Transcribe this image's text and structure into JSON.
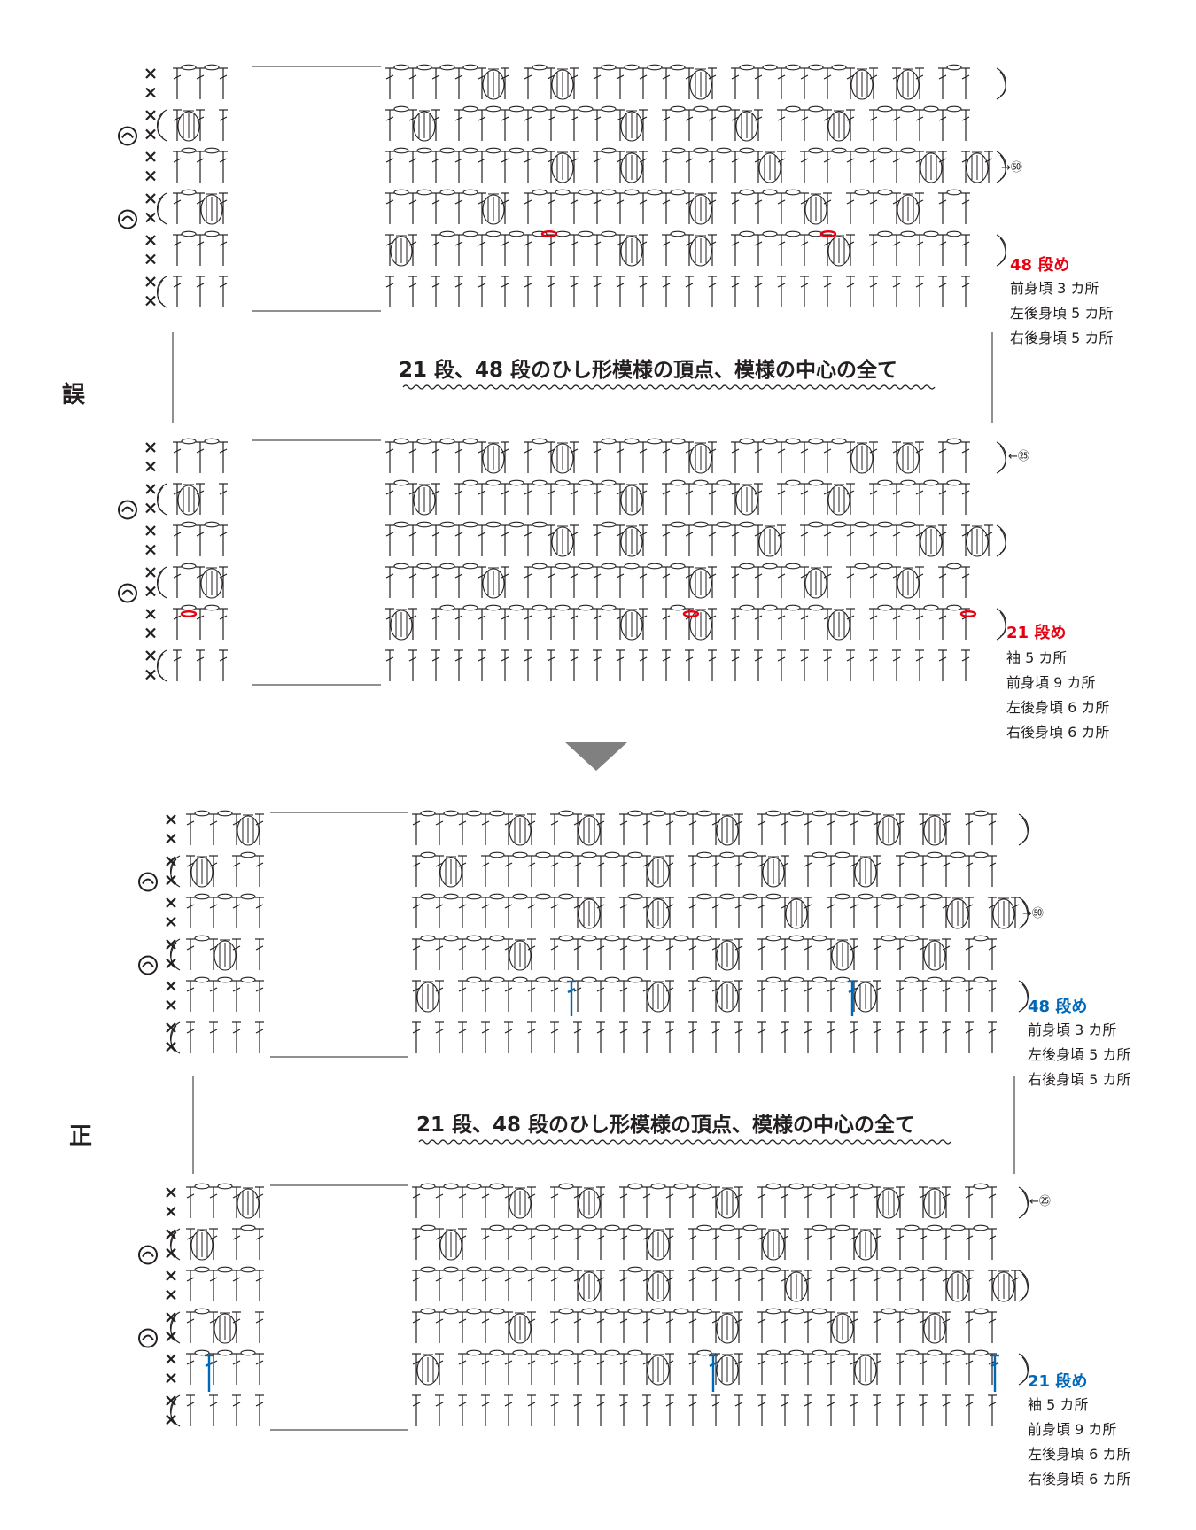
{
  "labels": {
    "wrong": "誤",
    "correct": "正",
    "center_note": "21 段、48 段のひし形模様の頂点、模様の中心の全て",
    "row50": "→㊿",
    "row25": "←㉕"
  },
  "wrong_block": {
    "row48": {
      "head": "48 段め",
      "lines": [
        "前身頃 3 カ所",
        "左後身頃 5 カ所",
        "右後身頃 5 カ所"
      ]
    },
    "row21": {
      "head": "21 段め",
      "lines": [
        "袖 5 カ所",
        "前身頃 9 カ所",
        "左後身頃 6 カ所",
        "右後身頃 6 カ所"
      ]
    }
  },
  "correct_block": {
    "row48": {
      "head": "48 段め",
      "lines": [
        "前身頃 3 カ所",
        "左後身頃 5 カ所",
        "右後身頃 5 カ所"
      ]
    },
    "row21": {
      "head": "21 段め",
      "lines": [
        "袖 5 カ所",
        "前身頃 9 カ所",
        "左後身頃 6 カ所",
        "右後身頃 6 カ所"
      ]
    }
  },
  "colors": {
    "wrong_accent": "#e60012",
    "correct_accent": "#0068b7",
    "ink": "#231f20"
  },
  "symbols": {
    "sc": "×",
    "chain": "chain-oval",
    "dc": "double-crochet",
    "cluster": "popcorn-cluster",
    "slip": "ring-mark"
  }
}
